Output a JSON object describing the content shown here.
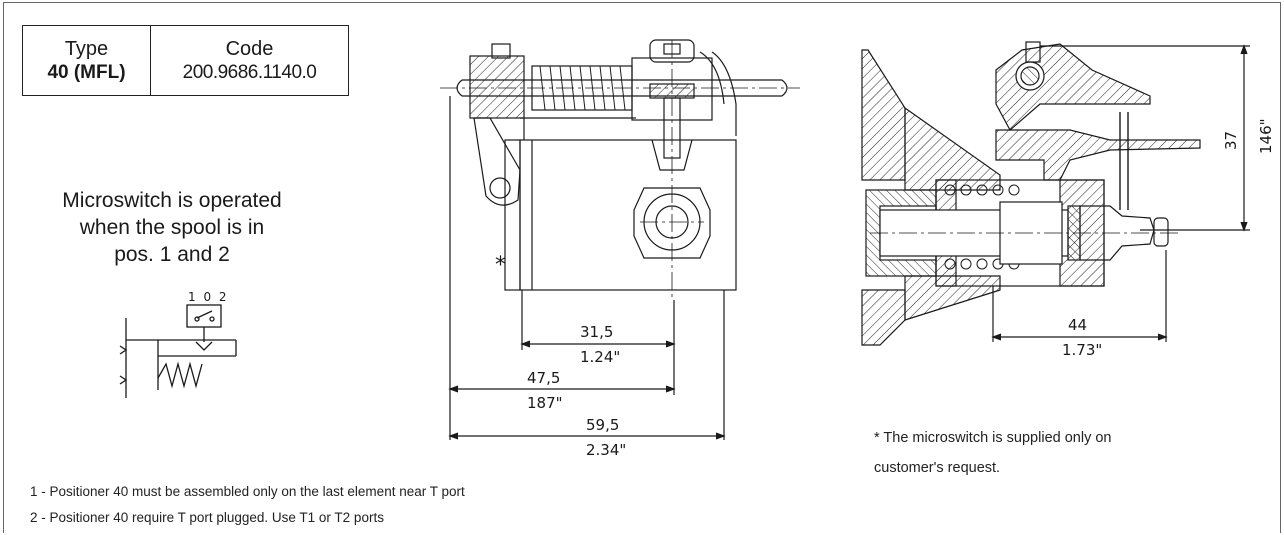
{
  "table": {
    "type_header": "Type",
    "type_value": "40 (MFL)",
    "code_header": "Code",
    "code_value": "200.9686.1140.0"
  },
  "description_lines": [
    "Microswitch is operated",
    "when the spool is in",
    "pos. 1 and 2"
  ],
  "symbol_positions": "1 0 2",
  "asterisk": "*",
  "dimensions": {
    "d1_mm": "31,5",
    "d1_in": "1.24\"",
    "d2_mm": "47,5",
    "d2_in": "187\"",
    "d3_mm": "59,5",
    "d3_in": "2.34\"",
    "d4_mm": "44",
    "d4_in": "1.73\"",
    "h_mm": "37",
    "h_in": "146\""
  },
  "notes": {
    "supply_line1": "* The microswitch  is supplied only on",
    "supply_line2": "customer's request.",
    "note1": "1 - Positioner 40 must be assembled only on the last element near T port",
    "note2": "2 - Positioner 40 require T port plugged. Use T1 or T2 ports"
  },
  "colors": {
    "line": "#1a1a1a",
    "frame": "#555555",
    "paper": "#ffffff"
  }
}
